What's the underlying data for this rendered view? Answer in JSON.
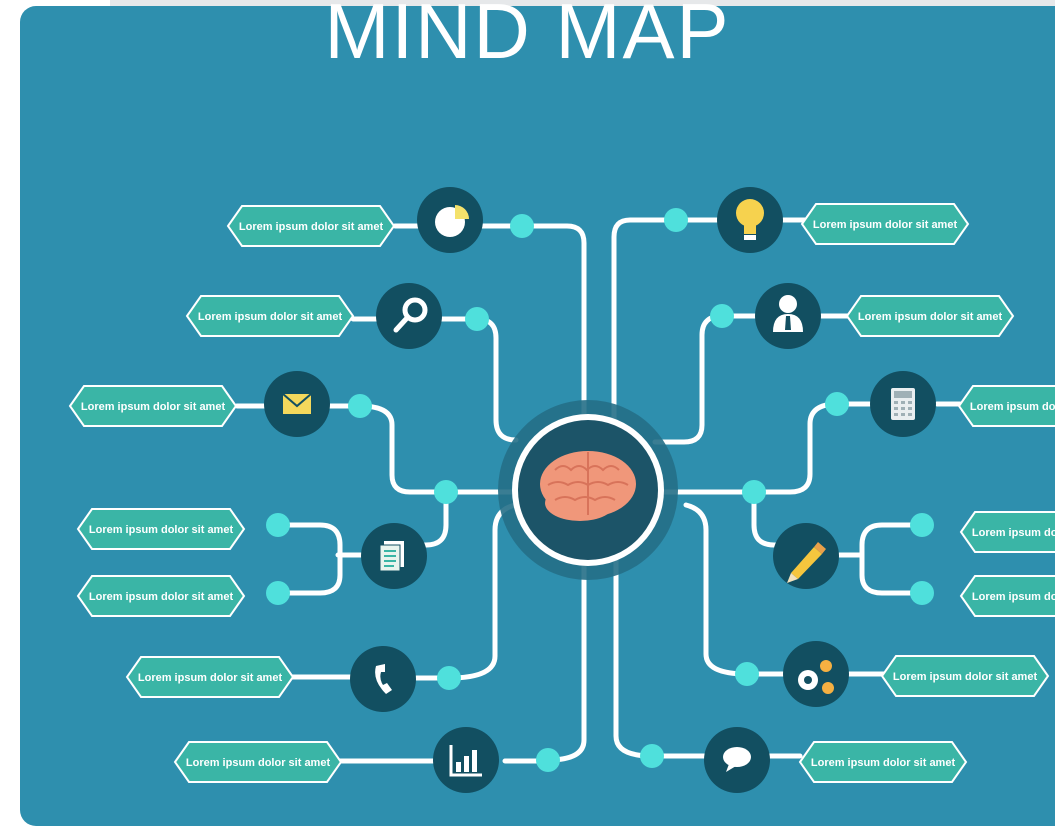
{
  "title": "MIND MAP",
  "colors": {
    "panel": "#2e8fae",
    "line": "#ffffff",
    "node_dot": "#4fe0dc",
    "icon_circle": "#124f61",
    "label_fill": "#3ab5a6",
    "label_stroke": "#ffffff",
    "center_ring": "#256f87",
    "center_inner": "#1c5468",
    "brain": "#f0977a"
  },
  "center": {
    "icon": "brain-icon"
  },
  "branches": [
    {
      "id": "top-left",
      "side": "left",
      "icon": "pie-chart-icon",
      "label": "Lorem ipsum dolor sit amet"
    },
    {
      "id": "search",
      "side": "left",
      "icon": "magnifier-icon",
      "label": "Lorem ipsum dolor sit amet"
    },
    {
      "id": "mail",
      "side": "left",
      "icon": "envelope-icon",
      "label": "Lorem ipsum dolor sit amet"
    },
    {
      "id": "document",
      "side": "left",
      "icon": "document-icon",
      "labels": [
        "Lorem ipsum dolor sit amet",
        "Lorem ipsum dolor sit amet"
      ]
    },
    {
      "id": "phone",
      "side": "left",
      "icon": "phone-icon",
      "label": "Lorem ipsum dolor sit amet"
    },
    {
      "id": "chart",
      "side": "left",
      "icon": "bar-chart-icon",
      "label": "Lorem ipsum dolor sit amet"
    },
    {
      "id": "idea",
      "side": "right",
      "icon": "lightbulb-icon",
      "label": "Lorem ipsum dolor sit amet"
    },
    {
      "id": "person",
      "side": "right",
      "icon": "businessman-icon",
      "label": "Lorem ipsum dolor sit amet"
    },
    {
      "id": "calculator",
      "side": "right",
      "icon": "calculator-icon",
      "label": "Lorem ipsum dolor sit amet"
    },
    {
      "id": "pencil",
      "side": "right",
      "icon": "pencil-icon",
      "labels": [
        "Lorem ipsum dolor sit amet",
        "Lorem ipsum dolor sit amet"
      ]
    },
    {
      "id": "gears",
      "side": "right",
      "icon": "gears-icon",
      "label": "Lorem ipsum dolor sit amet"
    },
    {
      "id": "chat",
      "side": "right",
      "icon": "speech-bubble-icon",
      "label": "Lorem ipsum dolor sit amet"
    }
  ]
}
